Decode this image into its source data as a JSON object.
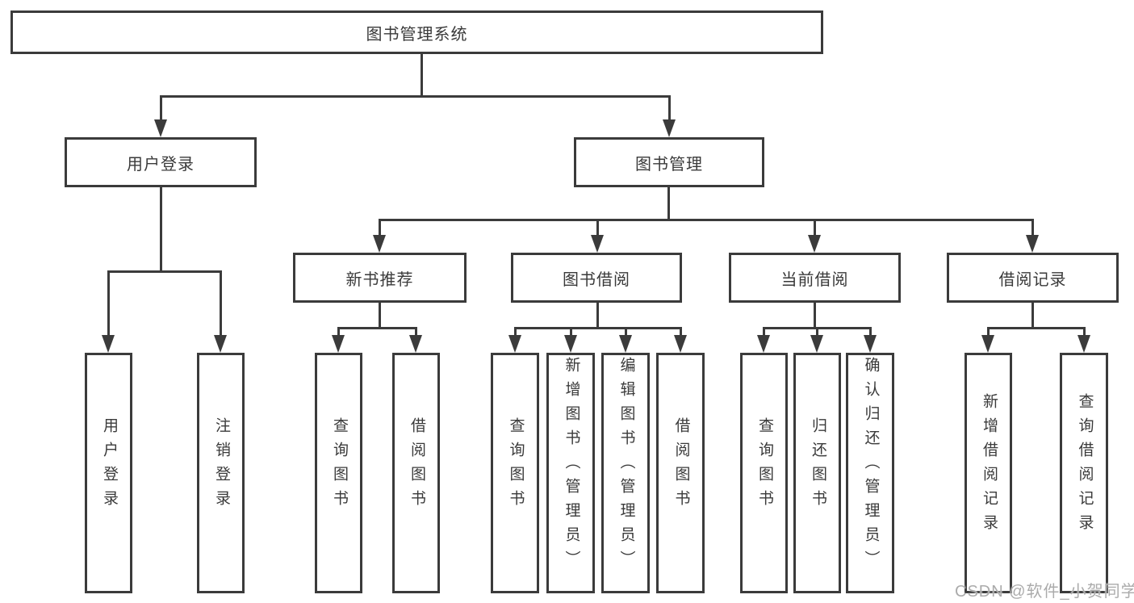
{
  "diagram": {
    "type": "hierarchy-tree",
    "root": {
      "label": "图书管理系统"
    },
    "children": [
      {
        "label": "用户登录",
        "children": [
          {
            "label": "用户登录"
          },
          {
            "label": "注销登录"
          }
        ]
      },
      {
        "label": "图书管理",
        "children": [
          {
            "label": "新书推荐",
            "children": [
              {
                "label": "查询图书"
              },
              {
                "label": "借阅图书"
              }
            ]
          },
          {
            "label": "图书借阅",
            "children": [
              {
                "label": "查询图书"
              },
              {
                "label": "新增图书（管理员）"
              },
              {
                "label": "编辑图书（管理员）"
              },
              {
                "label": "借阅图书"
              }
            ]
          },
          {
            "label": "当前借阅",
            "children": [
              {
                "label": "查询图书"
              },
              {
                "label": "归还图书"
              },
              {
                "label": "确认归还（管理员）"
              }
            ]
          },
          {
            "label": "借阅记录",
            "children": [
              {
                "label": "新增借阅记录"
              },
              {
                "label": "查询借阅记录"
              }
            ]
          }
        ]
      }
    ]
  },
  "watermark": {
    "text": "CSDN @软件_小贺同学"
  },
  "colors": {
    "line": "#3b3b3b",
    "text": "#3a3a3a",
    "box_background": "#ffffff",
    "watermark": "#ababab",
    "page_background": "#ffffff"
  }
}
